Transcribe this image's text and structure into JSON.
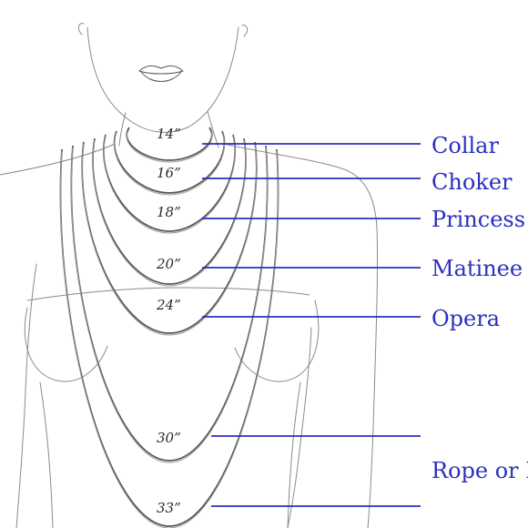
{
  "colors": {
    "accent": "#2b2fbf",
    "outline": "#8a8a8a",
    "chain": "#555555"
  },
  "lengths": [
    {
      "length": "14”",
      "name": "Collar"
    },
    {
      "length": "16”",
      "name": "Choker"
    },
    {
      "length": "18”",
      "name": "Princess"
    },
    {
      "length": "20”",
      "name": "Matinee"
    },
    {
      "length": "24”",
      "name": "Opera"
    },
    {
      "length": "30”",
      "name": ""
    },
    {
      "length": "33”",
      "name": ""
    }
  ],
  "rope_label": "Rope or Lariat"
}
